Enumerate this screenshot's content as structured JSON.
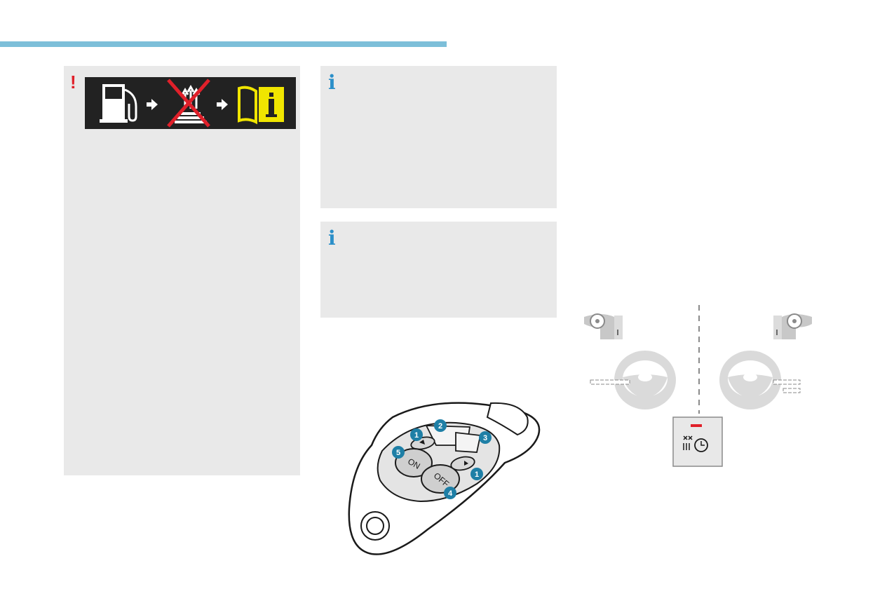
{
  "colors": {
    "accent_bar": "#7dbfd9",
    "panel_background": "#e9e9e9",
    "warning_mark": "#e0202a",
    "info_mark": "#2b8fc9",
    "strip_background": "#222222",
    "cross": "#e0202a",
    "book": "#f0e500",
    "callout": "#1e7fa6",
    "status_led": "#e0202a"
  },
  "warning_box": {
    "mark": "!",
    "pictograms": [
      "fuel-pump-icon",
      "arrow-right-icon",
      "heater-crossed-icon",
      "arrow-right-icon",
      "manual-book-icon"
    ]
  },
  "info_box_1": {
    "mark": "i"
  },
  "info_box_2": {
    "mark": "i"
  },
  "remote_control": {
    "buttons": [
      {
        "legend": "ON"
      },
      {
        "legend": "OFF"
      }
    ],
    "callouts": [
      "1",
      "2",
      "3",
      "1",
      "4",
      "5"
    ]
  },
  "steering_diagram": {
    "left_hand_drive_icon": "steering-wheel-icon",
    "right_hand_drive_icon": "steering-wheel-icon",
    "control_panel_icon": "fan-timer-icon"
  }
}
